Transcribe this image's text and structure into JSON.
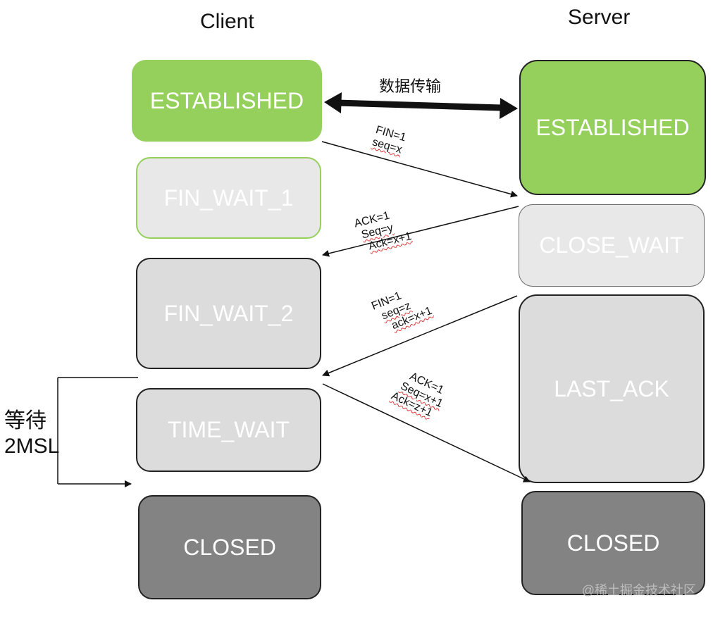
{
  "headers": {
    "client": "Client",
    "server": "Server"
  },
  "client_states": {
    "established": "ESTABLISHED",
    "fin_wait_1": "FIN_WAIT_1",
    "fin_wait_2": "FIN_WAIT_2",
    "time_wait": "TIME_WAIT",
    "closed": "CLOSED"
  },
  "server_states": {
    "established": "ESTABLISHED",
    "close_wait": "CLOSE_WAIT",
    "last_ack": "LAST_ACK",
    "closed": "CLOSED"
  },
  "data_transfer_label": "数据传输",
  "messages": {
    "fin1": {
      "l1": "FIN=1",
      "l2": "seq=x"
    },
    "ack1": {
      "l1": "ACK=1",
      "l2": "Seq=y",
      "l3": "Ack=x+1"
    },
    "fin2": {
      "l1": "FIN=1",
      "l2": "seq=z",
      "l3": "ack=x+1"
    },
    "ack2": {
      "l1": "ACK=1",
      "l2": "Seq=x+1",
      "l3": "Ack=z+1"
    }
  },
  "wait_label": {
    "l1": "等待",
    "l2": "2MSL"
  },
  "watermark": "@稀土掘金技术社区",
  "colors": {
    "established": "#95d05c",
    "light_state": "#e8e8e8",
    "mid_state": "#dcdcdc",
    "closed_state": "#838383"
  }
}
